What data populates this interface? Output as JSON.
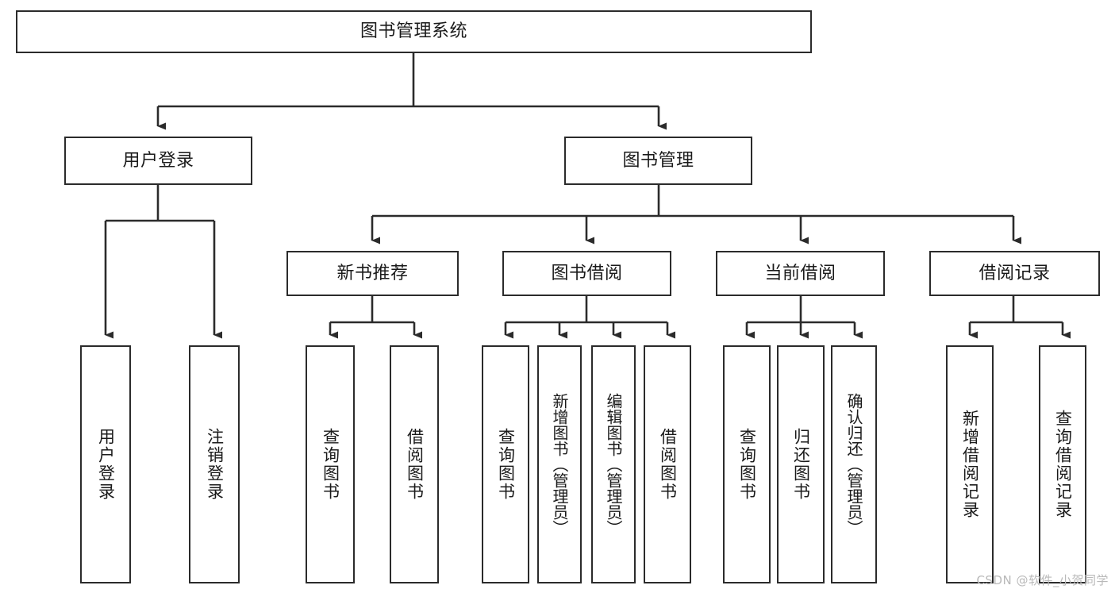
{
  "diagram": {
    "type": "tree",
    "title": "图书管理系统",
    "style": {
      "line_color": "#2b2b2b",
      "box_fill": "#ffffff",
      "text_color": "#1a1a1a",
      "background": "#ffffff",
      "watermark_color": "#b9b9b9"
    },
    "nodes": {
      "root": {
        "label": "图书管理系统"
      },
      "level2": [
        {
          "id": "user-login",
          "label": "用户登录"
        },
        {
          "id": "book-manage",
          "label": "图书管理"
        }
      ],
      "level3": [
        {
          "id": "new-book-recommend",
          "label": "新书推荐"
        },
        {
          "id": "book-borrow",
          "label": "图书借阅"
        },
        {
          "id": "current-borrow",
          "label": "当前借阅"
        },
        {
          "id": "borrow-record",
          "label": "借阅记录"
        }
      ],
      "leaves": [
        {
          "id": "leaf-user-login",
          "label": "用户登录",
          "parent": "user-login"
        },
        {
          "id": "leaf-user-logout",
          "label": "注销登录",
          "parent": "user-login"
        },
        {
          "id": "leaf-query-book-1",
          "label": "查询图书",
          "parent": "new-book-recommend"
        },
        {
          "id": "leaf-borrow-book-1",
          "label": "借阅图书",
          "parent": "new-book-recommend"
        },
        {
          "id": "leaf-query-book-2",
          "label": "查询图书",
          "parent": "book-borrow"
        },
        {
          "id": "leaf-add-book",
          "label": "新增图书（管理员）",
          "parent": "book-borrow"
        },
        {
          "id": "leaf-edit-book",
          "label": "编辑图书（管理员）",
          "parent": "book-borrow"
        },
        {
          "id": "leaf-borrow-book-2",
          "label": "借阅图书",
          "parent": "book-borrow"
        },
        {
          "id": "leaf-query-book-3",
          "label": "查询图书",
          "parent": "current-borrow"
        },
        {
          "id": "leaf-return-book",
          "label": "归还图书",
          "parent": "current-borrow"
        },
        {
          "id": "leaf-confirm-return",
          "label": "确认归还（管理员）",
          "parent": "current-borrow"
        },
        {
          "id": "leaf-add-record",
          "label": "新增借阅记录",
          "parent": "borrow-record"
        },
        {
          "id": "leaf-query-record",
          "label": "查询借阅记录",
          "parent": "borrow-record"
        }
      ]
    },
    "watermark": "CSDN @软件_小贺同学"
  }
}
